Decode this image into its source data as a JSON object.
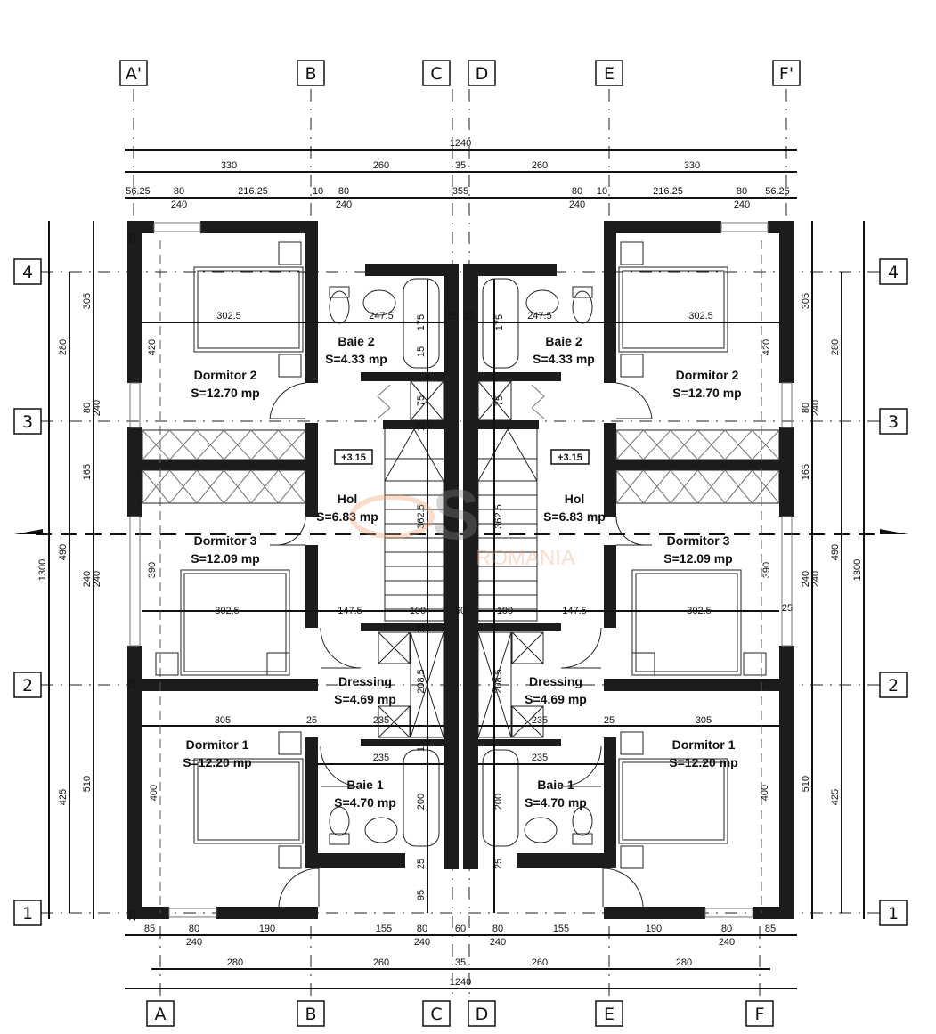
{
  "grid": {
    "top_columns": [
      "A'",
      "B",
      "C",
      "D",
      "E",
      "F'"
    ],
    "bottom_columns": [
      "A",
      "B",
      "C",
      "D",
      "E",
      "F"
    ],
    "rows": [
      "4",
      "3",
      "2",
      "1"
    ]
  },
  "rooms": [
    {
      "name": "Dormitor 2",
      "area": "S=12.70 mp"
    },
    {
      "name": "Baie 2",
      "area": "S=4.33 mp"
    },
    {
      "name": "Hol",
      "area": "S=6.83 mp"
    },
    {
      "name": "Dormitor 3",
      "area": "S=12.09 mp"
    },
    {
      "name": "Dressing",
      "area": "S=4.69 mp"
    },
    {
      "name": "Dormitor 1",
      "area": "S=12.20 mp"
    },
    {
      "name": "Baie 1",
      "area": "S=4.70 mp"
    }
  ],
  "level_mark": "+3.15",
  "watermark": {
    "letter": "S",
    "text": "ROMANIA",
    "color": "#f0a070"
  },
  "dimensions": {
    "top": [
      "1240",
      "330",
      "260",
      "35",
      "260",
      "330",
      "56.25",
      "80",
      "240",
      "216.25",
      "10",
      "80",
      "240",
      "355",
      "80",
      "240",
      "10",
      "216.25",
      "80",
      "240",
      "56.25"
    ],
    "bottom": [
      "85",
      "80",
      "240",
      "190",
      "155",
      "80",
      "240",
      "60",
      "80",
      "240",
      "155",
      "190",
      "80",
      "240",
      "85",
      "280",
      "260",
      "35",
      "260",
      "280",
      "1240"
    ],
    "left": [
      "1300",
      "280",
      "490",
      "425",
      "305",
      "80",
      "240",
      "165",
      "240",
      "240",
      "510",
      "420",
      "390",
      "400",
      "25",
      "25",
      "25"
    ],
    "right": [
      "1300",
      "280",
      "490",
      "425",
      "305",
      "80",
      "240",
      "165",
      "240",
      "240",
      "510",
      "420",
      "390",
      "400",
      "25",
      "25"
    ],
    "interior": [
      "302.5",
      "247.5",
      "175",
      "25",
      "25",
      "247.5",
      "175",
      "302.5",
      "75",
      "75",
      "362.5",
      "362.5",
      "302.5",
      "147.5",
      "100",
      "60",
      "100",
      "147.5",
      "302.5",
      "208.5",
      "208.5",
      "305",
      "25",
      "235",
      "235",
      "25",
      "305",
      "235",
      "235",
      "200",
      "200",
      "25",
      "25",
      "95",
      "15",
      "15",
      "15",
      "15"
    ]
  }
}
